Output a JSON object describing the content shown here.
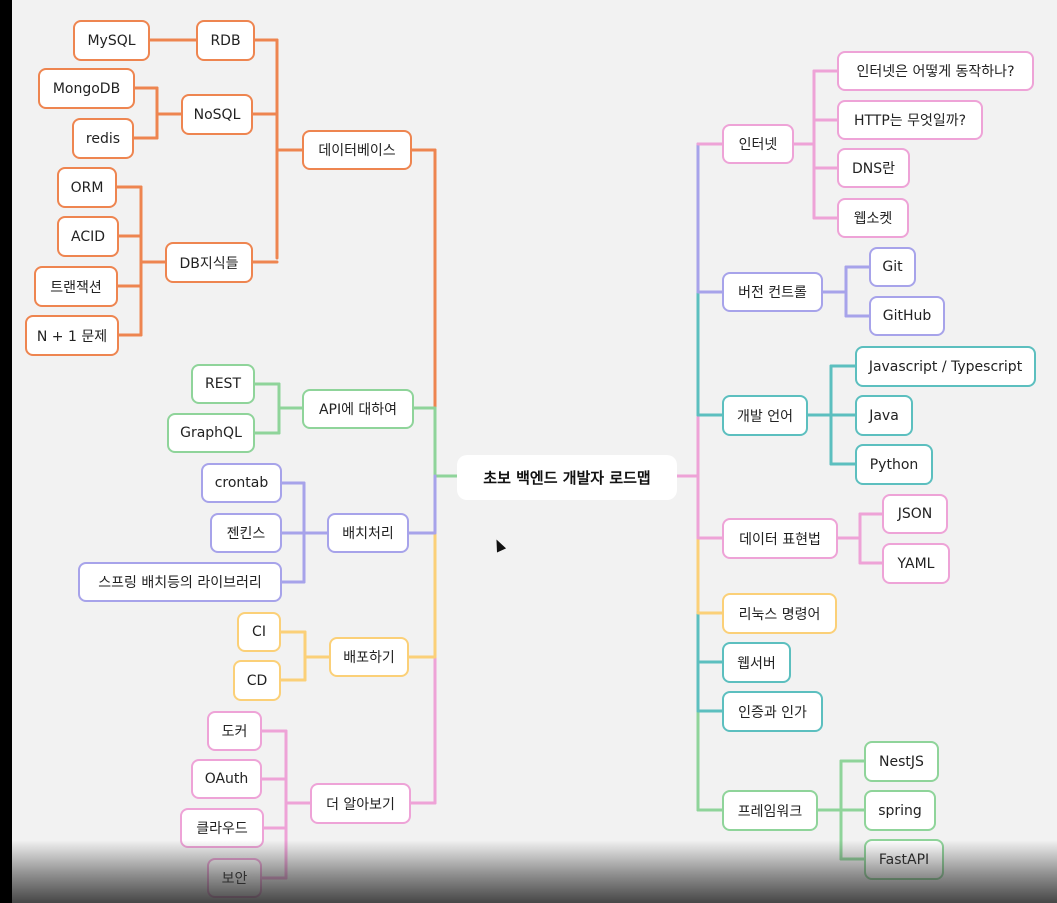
{
  "root": {
    "label": "초보 백엔드 개발자 로드맵"
  },
  "colors": {
    "orange": "#ee8550",
    "green": "#8fd49a",
    "purple": "#a7a3ea",
    "yellow": "#fbd078",
    "pink": "#eea3d7",
    "teal": "#5cbfbf"
  },
  "left": {
    "database": {
      "label": "데이터베이스",
      "rdb": {
        "label": "RDB",
        "mysql": "MySQL"
      },
      "nosql": {
        "label": "NoSQL",
        "mongodb": "MongoDB",
        "redis": "redis"
      },
      "dbknowledge": {
        "label": "DB지식들",
        "orm": "ORM",
        "acid": "ACID",
        "transaction": "트랜잭션",
        "nplus1": "N + 1 문제"
      }
    },
    "api": {
      "label": "API에 대하여",
      "rest": "REST",
      "graphql": "GraphQL"
    },
    "batch": {
      "label": "배치처리",
      "crontab": "crontab",
      "jenkins": "젠킨스",
      "springbatch": "스프링 배치등의 라이브러리"
    },
    "deploy": {
      "label": "배포하기",
      "ci": "CI",
      "cd": "CD"
    },
    "more": {
      "label": "더 알아보기",
      "docker": "도커",
      "oauth": "OAuth",
      "cloud": "클라우드",
      "security": "보안"
    }
  },
  "right": {
    "internet": {
      "label": "인터넷",
      "how": "인터넷은 어떻게 동작하나?",
      "http": "HTTP는 무엇일까?",
      "dns": "DNS란",
      "websocket": "웹소켓"
    },
    "vcs": {
      "label": "버전 컨트롤",
      "git": "Git",
      "github": "GitHub"
    },
    "lang": {
      "label": "개발 언어",
      "js": "Javascript / Typescript",
      "java": "Java",
      "python": "Python"
    },
    "dataformat": {
      "label": "데이터 표현법",
      "json": "JSON",
      "yaml": "YAML"
    },
    "linux": {
      "label": "리눅스 명령어"
    },
    "webserver": {
      "label": "웹서버"
    },
    "auth": {
      "label": "인증과 인가"
    },
    "framework": {
      "label": "프레임워크",
      "nestjs": "NestJS",
      "spring": "spring",
      "fastapi": "FastAPI"
    }
  }
}
